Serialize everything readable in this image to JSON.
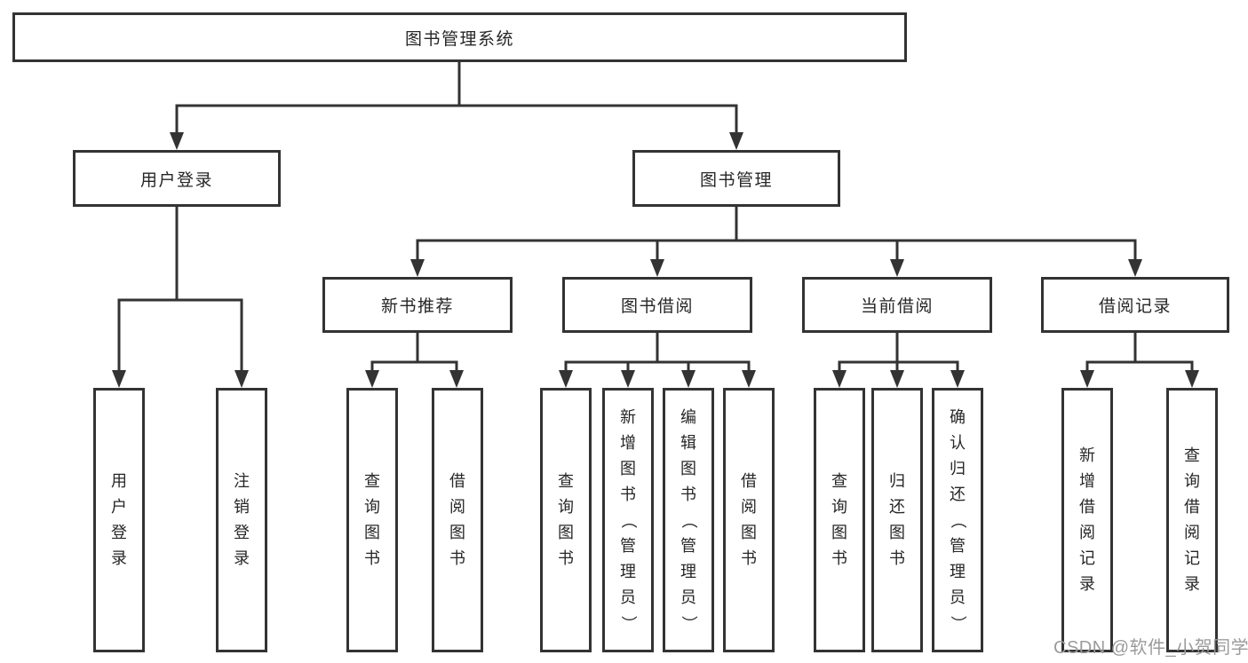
{
  "tree": {
    "root": {
      "label": "图书管理系统"
    },
    "user_login": {
      "label": "用户登录",
      "leaves": [
        {
          "label": "用户登录"
        },
        {
          "label": "注销登录"
        }
      ]
    },
    "book_mgmt": {
      "label": "图书管理",
      "modules": [
        {
          "label": "新书推荐",
          "leaves": [
            {
              "label": "查询图书"
            },
            {
              "label": "借阅图书"
            }
          ]
        },
        {
          "label": "图书借阅",
          "leaves": [
            {
              "label": "查询图书"
            },
            {
              "label": "新增图书（管理员）"
            },
            {
              "label": "编辑图书（管理员）"
            },
            {
              "label": "借阅图书"
            }
          ]
        },
        {
          "label": "当前借阅",
          "leaves": [
            {
              "label": "查询图书"
            },
            {
              "label": "归还图书"
            },
            {
              "label": "确认归还（管理员）"
            }
          ]
        },
        {
          "label": "借阅记录",
          "leaves": [
            {
              "label": "新增借阅记录"
            },
            {
              "label": "查询借阅记录"
            }
          ]
        }
      ]
    }
  },
  "watermark": "CSDN @软件_小贺同学",
  "colors": {
    "line": "#333333",
    "box_border": "#333333",
    "text": "#262626",
    "watermark": "#9b9b9b",
    "background": "#ffffff"
  }
}
